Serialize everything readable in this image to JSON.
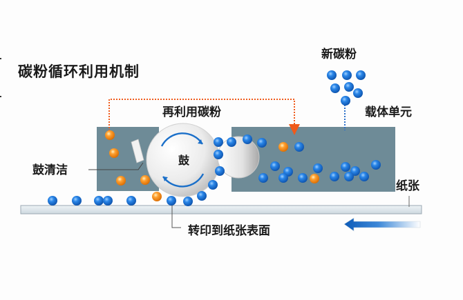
{
  "diagram": {
    "title": "碳粉循环利用机制",
    "labels": {
      "reuse_toner": "再利用碳粉",
      "new_toner": "新碳粉",
      "carrier_unit": "载体单元",
      "drum_cleaning": "鼓清洁",
      "drum": "鼓",
      "paper": "纸张",
      "transfer": "转印到纸张表面"
    },
    "colors": {
      "unit_box": "#6e8b97",
      "toner_blue": "#1a6fd1",
      "toner_orange": "#f08a1a",
      "reuse_path": "#f05a1a",
      "carrier_feed": "#2a6fc9",
      "drum_arrow": "#1a6fc9",
      "paper_fill": "#dde6ec",
      "feed_arrow": "#1565c0"
    },
    "particle_counts": {
      "new_toner": 7,
      "carrier_unit_blue": 16,
      "carrier_unit_orange": 2,
      "cleaning_unit_orange": 4,
      "on_drum_blue": 7,
      "on_paper_blue": 6,
      "between_paper_and_drum_orange": 1
    },
    "paper_feed_direction": "left"
  }
}
